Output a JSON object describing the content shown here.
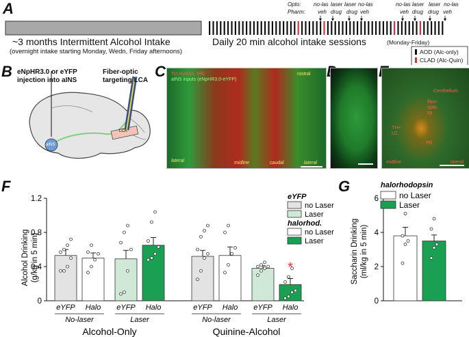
{
  "panels": {
    "A": "A",
    "B": "B",
    "C": "C",
    "D": "D",
    "E": "E",
    "F": "F",
    "G": "G"
  },
  "timeline": {
    "gray_title": "~3 months Intermittent Alcohol Intake",
    "gray_subtitle": "(overnight intake starting Monday, Wedn, Friday afternoons)",
    "daily_title": "Daily 20 min alcohol intake sessions",
    "daily_subtitle": "(Monday-Friday)",
    "opto_label": "Opto:",
    "pharm_label": "Pharm:",
    "opto_group1": [
      "no-las",
      "laser",
      "laser",
      "no-las"
    ],
    "pharm_group1": [
      "veh",
      "drug",
      "drug",
      "veh"
    ],
    "opto_group2": [
      "no-las",
      "laser",
      "laser",
      "no-las"
    ],
    "pharm_group2": [
      "veh",
      "drug",
      "drug",
      "veh"
    ],
    "legend": [
      {
        "label": "AOD (Alc-only)",
        "color": "#111111"
      },
      {
        "label": "CLAD (Alc-Quin)",
        "color": "#e0303a"
      }
    ]
  },
  "panelB": {
    "injection": "eNpHR3.0 or eYFP\ninjection into aINS",
    "fiber": "Fiber-optic\ntargeting LCA",
    "ains": "aINS",
    "lca": "LCA"
  },
  "panelC": {
    "legend1": "Tyr.Hydrox. IHC",
    "legend2": "aINS inputs (eNpHR3.0-eYFP)",
    "rostral": "rostral",
    "lateral_left": "lateral",
    "midline": "midline",
    "caudal": "caudal",
    "lateral_right": "lateral"
  },
  "panelE": {
    "cerebellum": "Cerebellum",
    "fiber_tip": "fiber-\noptic\ntip",
    "th_lc": "TH+\nLC",
    "pb": "PB",
    "midline": "midline",
    "lateral": "lateral"
  },
  "chart_data": [
    {
      "type": "bar",
      "ylabel": "Alcohol Drinking\n(g/kg in 5 min)",
      "ylim": [
        0,
        1.2
      ],
      "yticks": [
        "0",
        "0.4",
        "0.8",
        "1.2"
      ],
      "groups": [
        "Alcohol-Only",
        "Quinine-Alcohol"
      ],
      "subgroups": [
        "No-laser",
        "Laser",
        "No-laser",
        "Laser"
      ],
      "categories": [
        "eYFP",
        "Halo",
        "eYFP",
        "Halo",
        "eYFP",
        "Halo",
        "eYFP",
        "Halo"
      ],
      "values": [
        0.53,
        0.5,
        0.49,
        0.65,
        0.52,
        0.53,
        0.38,
        0.19
      ],
      "errors": [
        0.07,
        0.06,
        0.1,
        0.09,
        0.07,
        0.1,
        0.03,
        0.07
      ],
      "bar_colors": [
        "#e3e3e3",
        "#ffffff",
        "#cfe9d6",
        "#1aa052",
        "#e3e3e3",
        "#ffffff",
        "#cfe9d6",
        "#1aa052"
      ],
      "points": [
        [
          0.35,
          0.35,
          0.4,
          0.5,
          0.57,
          0.6,
          0.65,
          0.72
        ],
        [
          0.33,
          0.4,
          0.48,
          0.55,
          0.57,
          0.65
        ],
        [
          0.08,
          0.1,
          0.35,
          0.6,
          0.68,
          0.8,
          0.88
        ],
        [
          0.48,
          0.5,
          0.55,
          0.63,
          0.7,
          0.92,
          1.04
        ],
        [
          0.25,
          0.35,
          0.5,
          0.55,
          0.6,
          0.75,
          0.82,
          0.88
        ],
        [
          0.33,
          0.42,
          0.55,
          0.62,
          0.8,
          0.88
        ],
        [
          0.3,
          0.35,
          0.38,
          0.4,
          0.4,
          0.42,
          0.45
        ],
        [
          0.03,
          0.05,
          0.1,
          0.12,
          0.22,
          0.28,
          0.38
        ]
      ],
      "significance": {
        "index": 7,
        "symbol": "*"
      },
      "legend_title1": "eYFP",
      "legend_items1": [
        "no Laser",
        "Laser"
      ],
      "legend_title2": "halorhod.",
      "legend_items2": [
        "no Laser",
        "Laser"
      ]
    },
    {
      "type": "bar",
      "ylabel": "Saccharin Drinking\n(ml/kg in 5 min)",
      "ylim": [
        0,
        6
      ],
      "yticks": [
        "0",
        "2",
        "4",
        "6"
      ],
      "categories": [
        "no Laser",
        "Laser"
      ],
      "values": [
        3.8,
        3.5
      ],
      "errors": [
        0.5,
        0.35
      ],
      "bar_colors": [
        "#ffffff",
        "#1aa052"
      ],
      "points": [
        [
          2.2,
          3.3,
          3.5,
          3.8,
          5.1
        ],
        [
          2.5,
          3.1,
          3.3,
          4.2,
          4.8
        ]
      ],
      "legend_title": "halorhodopsin",
      "legend_items": [
        "no Laser",
        "Laser"
      ]
    }
  ]
}
